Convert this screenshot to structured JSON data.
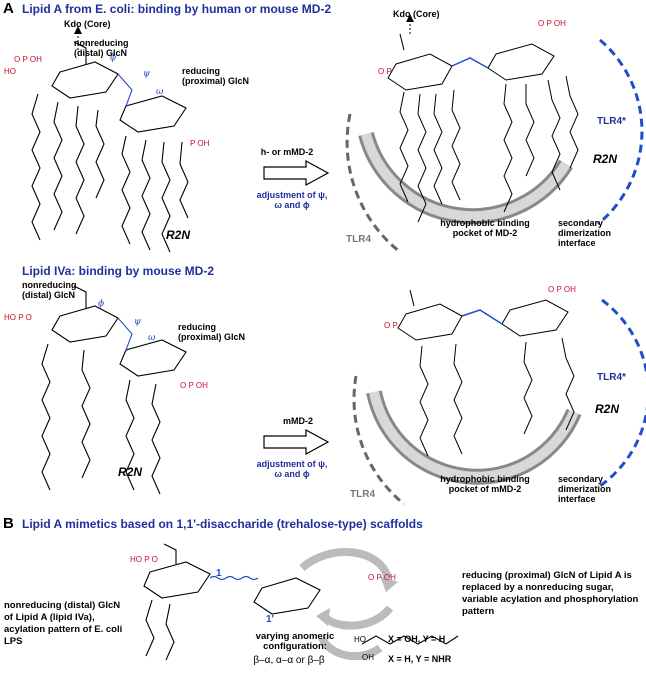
{
  "panel_a": {
    "letter": "A",
    "heading1": "Lipid A from E. coli: binding by human or mouse MD-2",
    "kdo_core_1": "Kdo (Core)",
    "nonreducing_1": "nonreducing (distal) GlcN",
    "reducing_1": "reducing (proximal) GlcN",
    "r2n_1": "R2N",
    "arrow_label_1": "h- or mMD-2",
    "adjustment_1": "adjustment of ψ, ω and ϕ",
    "kdo_core_2": "Kdo (Core)",
    "tlr4_star_1": "TLR4*",
    "tlr4_1": "TLR4",
    "r2n_2": "R2N",
    "pocket_1": "hydrophobic binding pocket of MD-2",
    "interface_1": "secondary dimerization interface",
    "heading2": "Lipid IVa: binding by mouse MD-2",
    "nonreducing_2": "nonreducing (distal) GlcN",
    "reducing_2": "reducing (proximal) GlcN",
    "r2n_3": "R2N",
    "arrow_label_2": "mMD-2",
    "adjustment_2": "adjustment of ψ, ω and ϕ",
    "tlr4_star_2": "TLR4*",
    "tlr4_2": "TLR4",
    "r2n_4": "R2N",
    "pocket_2": "hydrophobic binding pocket of mMD-2",
    "interface_2": "secondary dimerization interface"
  },
  "panel_b": {
    "letter": "B",
    "heading": "Lipid A mimetics based on 1,1'-disaccharide (trehalose-type) scaffolds",
    "left_text": "nonreducing (distal) GlcN of Lipid A (lipid IVa), acylation pattern of E. coli LPS",
    "right_text": "reducing (proximal) GlcN of Lipid A is replaced by a nonreducing sugar, variable acylation and phosphorylation pattern",
    "anomeric": "varying anomeric configuration:",
    "anomeric_options": "β–α, α–α or β–β",
    "x_oh": "X = OH, Y = H",
    "x_h": "X = H, Y = NHR",
    "num_1": "1",
    "num_1p": "1'"
  },
  "colors": {
    "heading": "#1f2f9c",
    "phosphate": "#c8102e",
    "tlr4_star": "#1f4fc8",
    "tlr4": "#777777"
  }
}
